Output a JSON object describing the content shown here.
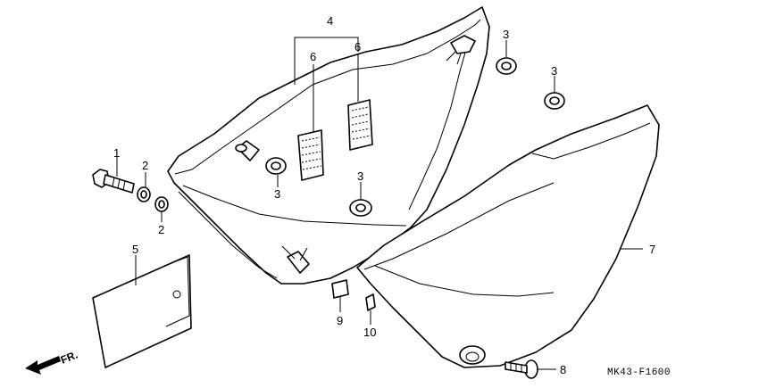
{
  "diagram": {
    "labels": {
      "l1": "1",
      "l2a": "2",
      "l2b": "2",
      "l3a": "3",
      "l3b": "3",
      "l3c": "3",
      "l3d": "3",
      "l4": "4",
      "l5": "5",
      "l6a": "6",
      "l6b": "6",
      "l7": "7",
      "l8": "8",
      "l9": "9",
      "l10": "10"
    },
    "direction": "FR.",
    "code": "MK43-F1600"
  }
}
